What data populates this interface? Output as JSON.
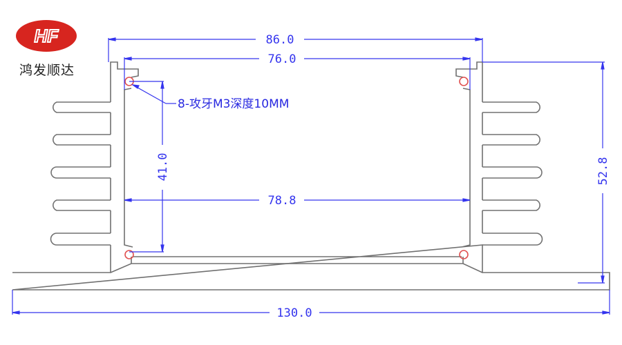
{
  "logo": {
    "mark": "HF",
    "company_name": "鸿发顺达",
    "color": "#d7251f"
  },
  "dimensions": {
    "overall_top_width": "86.0",
    "inner_top_width": "76.0",
    "inner_width": "78.8",
    "inner_height": "41.0",
    "total_height": "52.8",
    "base_width": "130.0"
  },
  "annotation": {
    "thread_note": "8-攻牙M3深度10MM"
  },
  "colors": {
    "profile": "#707070",
    "dimension": "#3434ee",
    "hole": "#e05050"
  }
}
